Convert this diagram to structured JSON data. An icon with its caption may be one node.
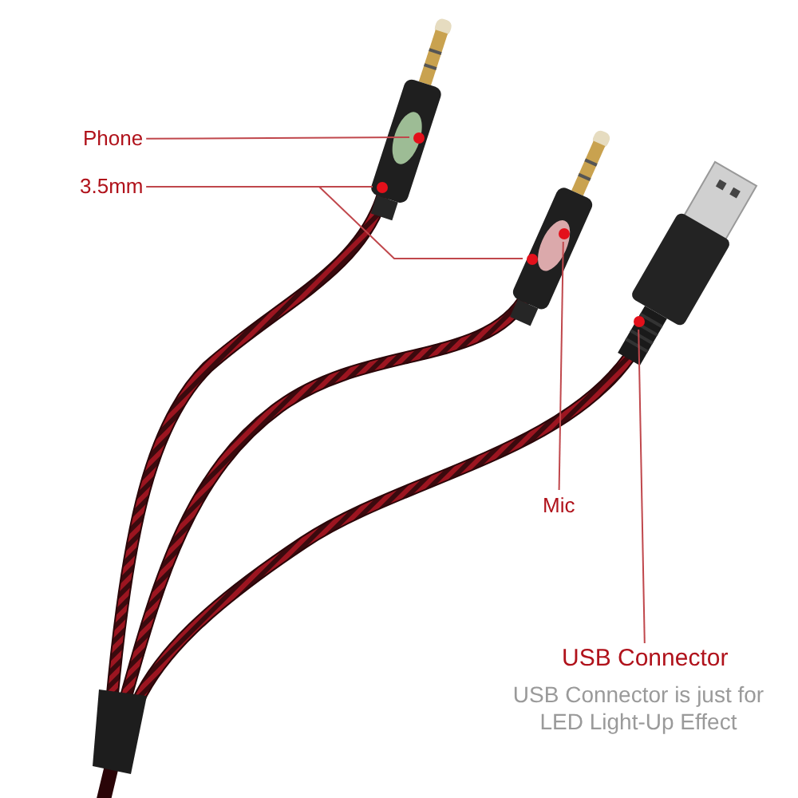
{
  "diagram": {
    "nodes": [
      {
        "text": [
          "Phone"
        ]
      },
      {
        "text": [],
        "shape": "circle"
      },
      {
        "text": [
          "3.5mm"
        ]
      },
      {
        "text": [],
        "shape": "circle"
      },
      {
        "text": [],
        "shape": "circle"
      },
      {
        "text": [
          "Mic"
        ]
      },
      {
        "text": [],
        "shape": "circle"
      },
      {
        "text": [
          "USB Connector"
        ],
        "beside": [
          "USB Connector is just for LED Light-Up Effect"
        ]
      },
      {
        "text": [],
        "shape": "circle"
      }
    ],
    "edges": [
      {
        "from": 0,
        "to": 1,
        "arrow": "none"
      },
      {
        "from": 2,
        "to": 3,
        "arrow": "none"
      },
      {
        "from": 2,
        "to": 4,
        "arrow": "none"
      },
      {
        "from": 5,
        "to": 6,
        "arrow": "none"
      },
      {
        "from": 7,
        "to": 8,
        "arrow": "none"
      }
    ]
  }
}
